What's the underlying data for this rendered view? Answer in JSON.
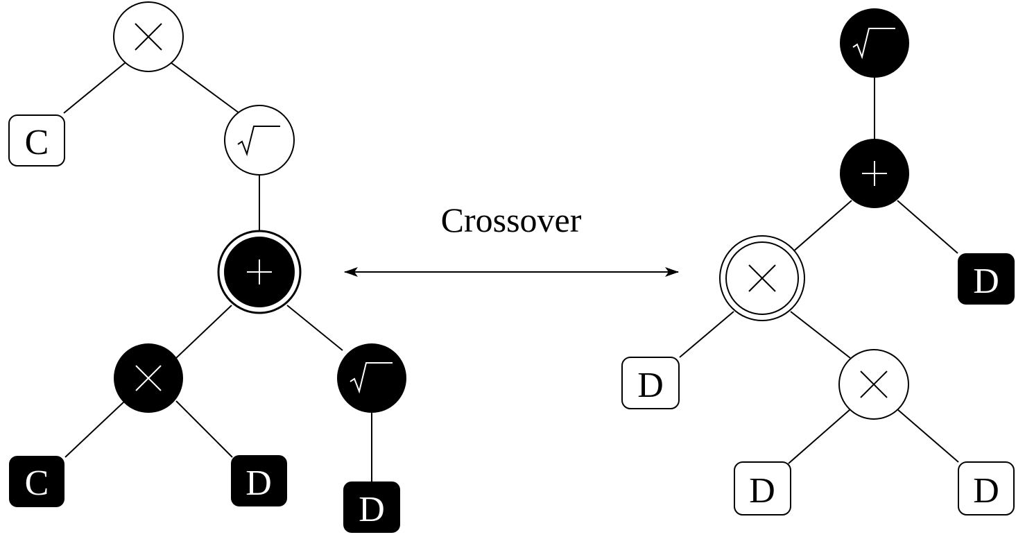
{
  "diagram": {
    "label": "Crossover",
    "colors": {
      "ink": "#000000",
      "paper": "#ffffff"
    },
    "left_tree": {
      "nodes": [
        {
          "id": "l-times-root",
          "kind": "op",
          "symbol": "times",
          "fill": "white"
        },
        {
          "id": "l-leaf-c1",
          "kind": "leaf",
          "text": "C",
          "fill": "white"
        },
        {
          "id": "l-sqrt1",
          "kind": "op",
          "symbol": "sqrt",
          "fill": "white"
        },
        {
          "id": "l-plus",
          "kind": "op",
          "symbol": "plus",
          "fill": "black",
          "selected": true
        },
        {
          "id": "l-times2",
          "kind": "op",
          "symbol": "times",
          "fill": "black"
        },
        {
          "id": "l-sqrt2",
          "kind": "op",
          "symbol": "sqrt",
          "fill": "black"
        },
        {
          "id": "l-leaf-c2",
          "kind": "leaf",
          "text": "C",
          "fill": "black"
        },
        {
          "id": "l-leaf-d1",
          "kind": "leaf",
          "text": "D",
          "fill": "black"
        },
        {
          "id": "l-leaf-d2",
          "kind": "leaf",
          "text": "D",
          "fill": "black"
        }
      ]
    },
    "right_tree": {
      "nodes": [
        {
          "id": "r-sqrt",
          "kind": "op",
          "symbol": "sqrt",
          "fill": "black"
        },
        {
          "id": "r-plus",
          "kind": "op",
          "symbol": "plus",
          "fill": "black"
        },
        {
          "id": "r-times1",
          "kind": "op",
          "symbol": "times",
          "fill": "white",
          "selected": true
        },
        {
          "id": "r-leaf-d-black",
          "kind": "leaf",
          "text": "D",
          "fill": "black"
        },
        {
          "id": "r-leaf-d1",
          "kind": "leaf",
          "text": "D",
          "fill": "white"
        },
        {
          "id": "r-times2",
          "kind": "op",
          "symbol": "times",
          "fill": "white"
        },
        {
          "id": "r-leaf-d2",
          "kind": "leaf",
          "text": "D",
          "fill": "white"
        },
        {
          "id": "r-leaf-d3",
          "kind": "leaf",
          "text": "D",
          "fill": "white"
        }
      ]
    }
  }
}
